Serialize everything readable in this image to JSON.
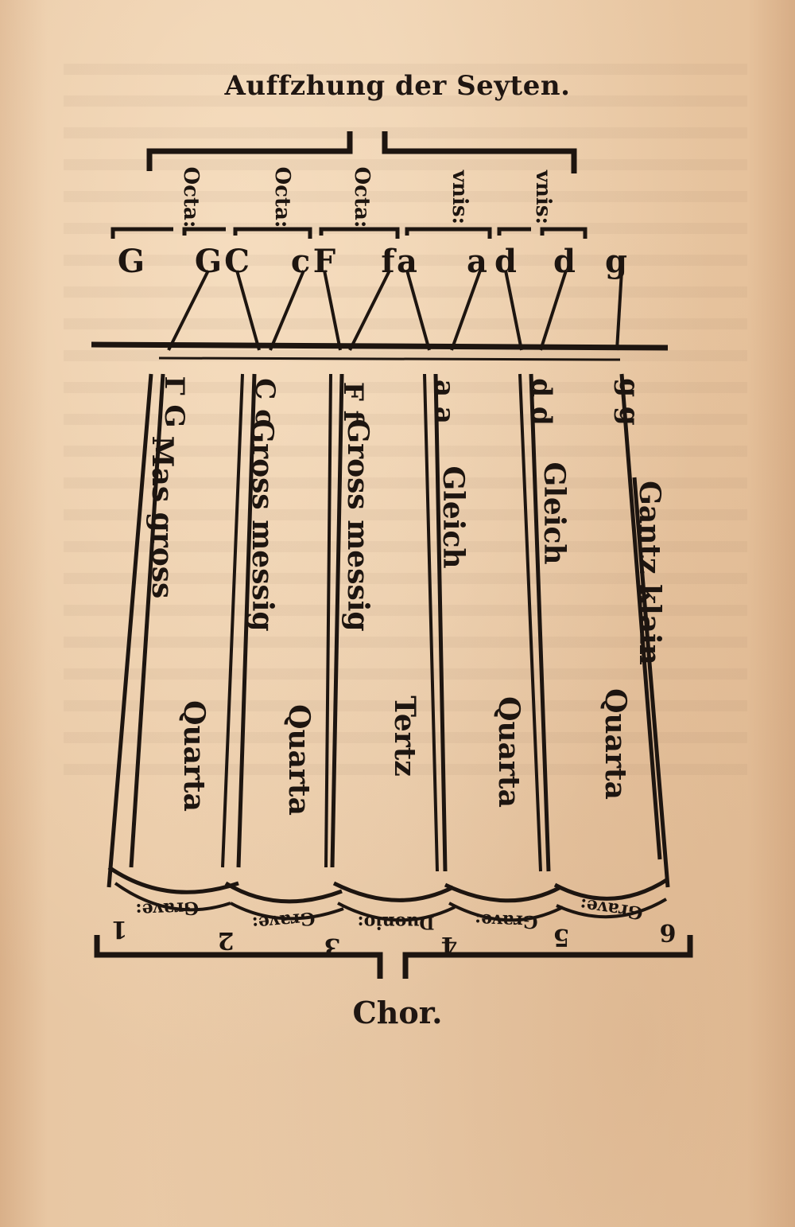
{
  "header": {
    "title": "Auffzhung der Seyten."
  },
  "footer": {
    "label": "Chor."
  },
  "interval_top": [
    "Octa:",
    "Octa:",
    "Octa:",
    "vnis:",
    "vnis:"
  ],
  "course_top_letters": [
    "G",
    "G",
    "C",
    "c",
    "F",
    "f",
    "a",
    "a",
    "d",
    "d",
    "g"
  ],
  "course_mid_letters": [
    "Γ G",
    "C c",
    "F f",
    "a a",
    "d d",
    "g g"
  ],
  "string_names": [
    "Mas gross",
    "Gross messig",
    "Gross messig",
    "Gleich",
    "Gleich",
    "Gantz klain"
  ],
  "intervals_lower": [
    "Quarta",
    "Quarta",
    "Tertz",
    "Quarta",
    "Quarta"
  ],
  "bridge_labels": [
    "Grave:",
    "Grave:",
    "Duonio:",
    "Grave:",
    "Grave:"
  ],
  "course_numbers": [
    "1",
    "2",
    "3",
    "4",
    "5",
    "6"
  ]
}
